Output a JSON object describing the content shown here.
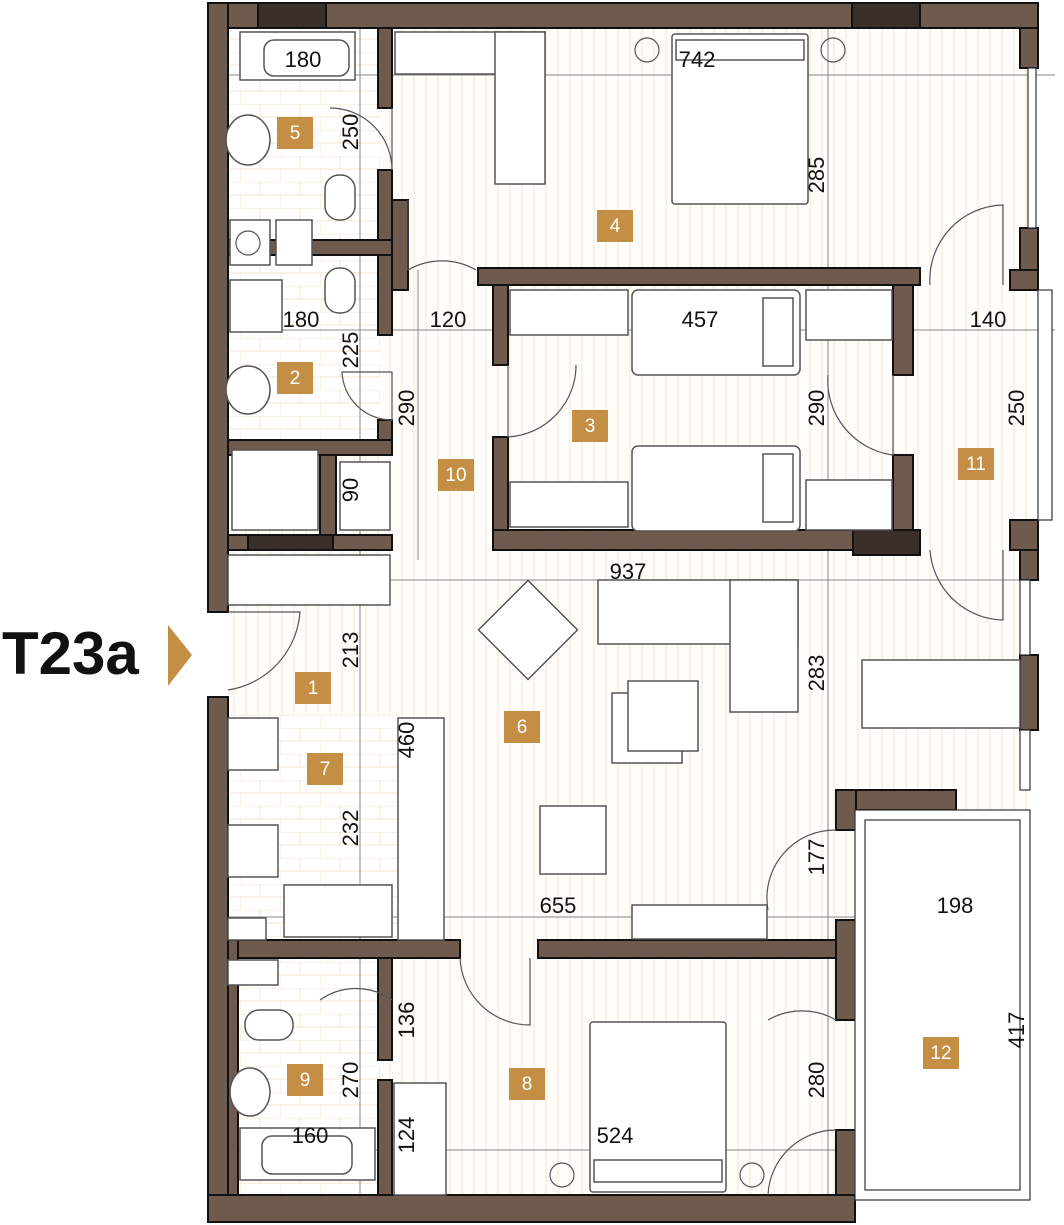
{
  "unit_title": "T23a",
  "colors": {
    "wall": "#6e5b4e",
    "window": "#3b2f29",
    "badge": "#c48f45"
  },
  "rooms": [
    "1",
    "2",
    "3",
    "4",
    "5",
    "6",
    "7",
    "8",
    "9",
    "10",
    "11",
    "12"
  ],
  "dimensions": {
    "bath5_tub": "180",
    "bath5_w": "250",
    "room4_w": "742",
    "room4_h": "285",
    "bath2_w": "180",
    "hall_w": "120",
    "room3_w": "457",
    "balcony11_w": "140",
    "bath2_h": "225",
    "hall10_h": "290",
    "room3_h": "290",
    "balcony11_h": "250",
    "closet_h": "90",
    "living_w": "937",
    "entry_h": "213",
    "living_h": "283",
    "living_depth": "460",
    "kitchen_h": "232",
    "balcony_door": "177",
    "living_w2": "655",
    "balcony12_w": "198",
    "balcony12_h": "417",
    "hall8_h": "136",
    "bath9_h": "270",
    "room8_h": "280",
    "closet8_h": "124",
    "bath9_tub": "160",
    "room8_w": "524"
  }
}
